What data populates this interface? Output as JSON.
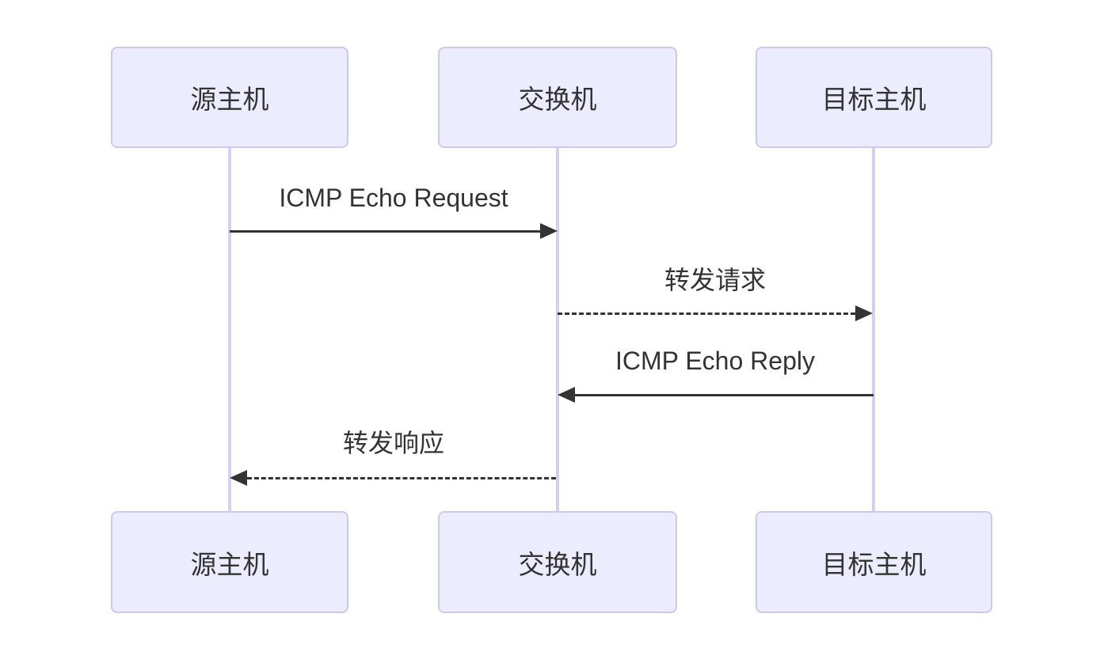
{
  "diagram": {
    "type": "sequence-diagram",
    "background_color": "#ffffff",
    "actor_fill_color": "#ECECFF",
    "actor_border_color": "#CFC7EF",
    "lifeline_color": "#D8CEF2",
    "message_color": "#333333",
    "actors": [
      {
        "id": "source-host",
        "label": "源主机"
      },
      {
        "id": "switch",
        "label": "交换机"
      },
      {
        "id": "target-host",
        "label": "目标主机"
      }
    ],
    "messages": [
      {
        "label": "ICMP Echo Request",
        "from": "源主机",
        "to": "交换机",
        "line_style": "solid",
        "direction": "right"
      },
      {
        "label": "转发请求",
        "from": "交换机",
        "to": "目标主机",
        "line_style": "dashed",
        "direction": "right"
      },
      {
        "label": "ICMP Echo Reply",
        "from": "目标主机",
        "to": "交换机",
        "line_style": "solid",
        "direction": "left"
      },
      {
        "label": "转发响应",
        "from": "交换机",
        "to": "源主机",
        "line_style": "dashed",
        "direction": "left"
      }
    ]
  }
}
